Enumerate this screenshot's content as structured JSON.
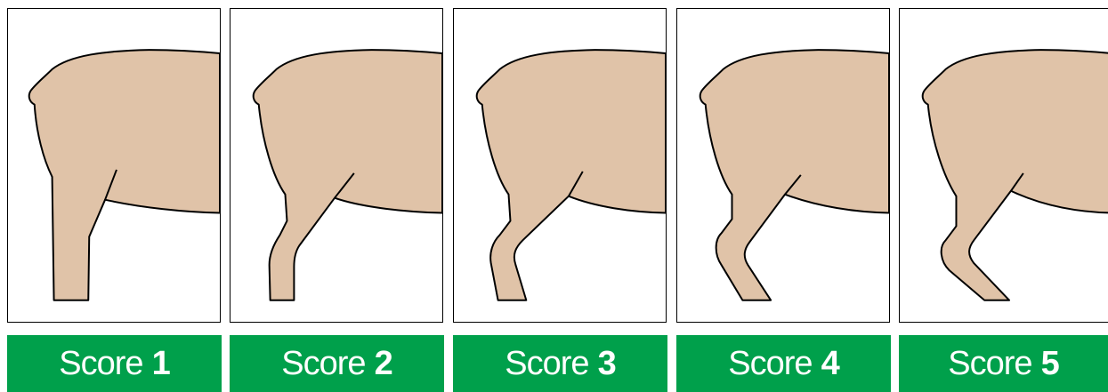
{
  "colors": {
    "body_fill": "#e0c3a8",
    "outline": "#000000",
    "label_bg": "#00a04b",
    "label_text": "#ffffff"
  },
  "scores": [
    {
      "word": "Score",
      "number": "1"
    },
    {
      "word": "Score",
      "number": "2"
    },
    {
      "word": "Score",
      "number": "3"
    },
    {
      "word": "Score",
      "number": "4"
    },
    {
      "word": "Score",
      "number": "5"
    }
  ]
}
